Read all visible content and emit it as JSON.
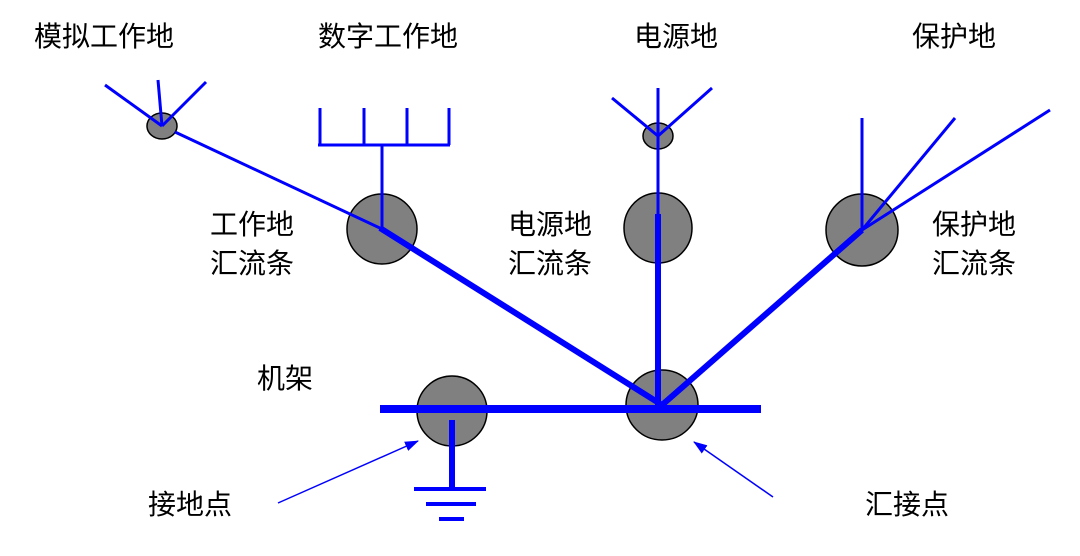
{
  "labels": {
    "analog_ground": "模拟工作地",
    "digital_ground": "数字工作地",
    "power_ground": "电源地",
    "protective_ground": "保护地",
    "work_bus_line1": "工作地",
    "work_bus_line2": "汇流条",
    "power_bus_line1": "电源地",
    "power_bus_line2": "汇流条",
    "protect_bus_line1": "保护地",
    "protect_bus_line2": "汇流条",
    "frame": "机架",
    "grounding_point": "接地点",
    "junction_point": "汇接点"
  },
  "colors": {
    "wire": "#0000ff",
    "node": "#808080",
    "text": "#000000",
    "background": "#ffffff"
  }
}
